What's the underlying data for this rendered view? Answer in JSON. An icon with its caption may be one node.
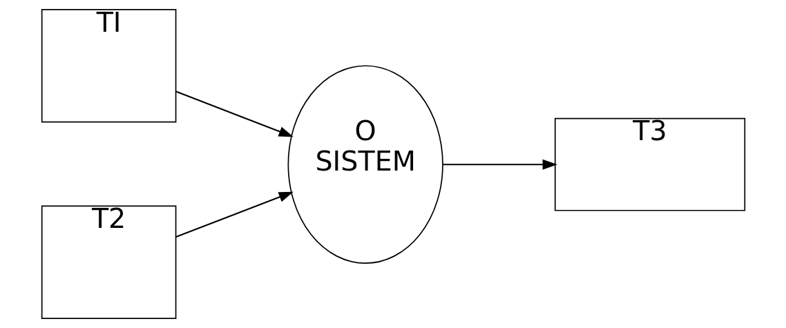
{
  "diagram": {
    "nodes": [
      {
        "text": [
          "TI"
        ]
      },
      {
        "text": [
          "T2"
        ]
      },
      {
        "text": [
          "O SISTEM"
        ]
      },
      {
        "text": [
          "T3"
        ]
      }
    ],
    "edges": [
      {
        "from": 0,
        "to": 2,
        "arrow": "to"
      },
      {
        "from": 1,
        "to": 2,
        "arrow": "to"
      },
      {
        "from": 2,
        "to": 3,
        "arrow": "to"
      }
    ]
  }
}
